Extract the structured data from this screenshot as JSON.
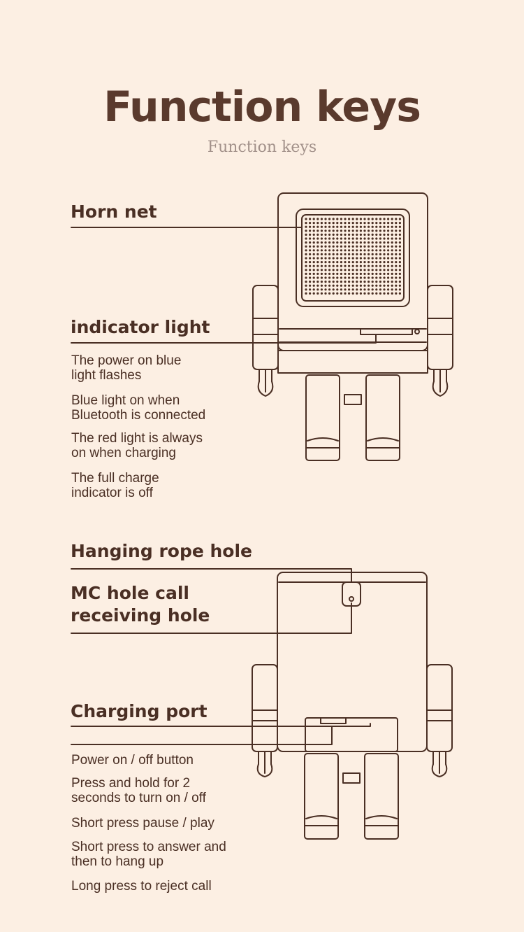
{
  "header": {
    "title": "Function keys",
    "subtitle": "Function keys"
  },
  "top_section": {
    "callouts": [
      {
        "label": "Horn net"
      },
      {
        "label": "indicator light"
      }
    ],
    "indicator_notes": [
      {
        "line1": "The power on blue",
        "line2": "light flashes"
      },
      {
        "line1": "Blue light on when",
        "line2": "Bluetooth is connected"
      },
      {
        "line1": "The red light is always",
        "line2": "on when charging"
      },
      {
        "line1": "The full charge",
        "line2": "indicator is off"
      }
    ]
  },
  "bottom_section": {
    "callouts": [
      {
        "label": "Hanging rope hole"
      },
      {
        "line1": "MC hole call",
        "line2": "receiving hole"
      },
      {
        "label": "Charging port"
      }
    ],
    "button_notes": [
      {
        "line1": "Power on / off button"
      },
      {
        "line1": "Press and hold for 2",
        "line2": "seconds to turn on / off"
      },
      {
        "line1": "Short press pause / play"
      },
      {
        "line1": "Short press to answer and",
        "line2": "then to hang up"
      },
      {
        "line1": "Long press to reject call"
      }
    ]
  },
  "colors": {
    "background": "#fcefe3",
    "ink": "#4a2f24",
    "subtitle": "#a2918a"
  }
}
